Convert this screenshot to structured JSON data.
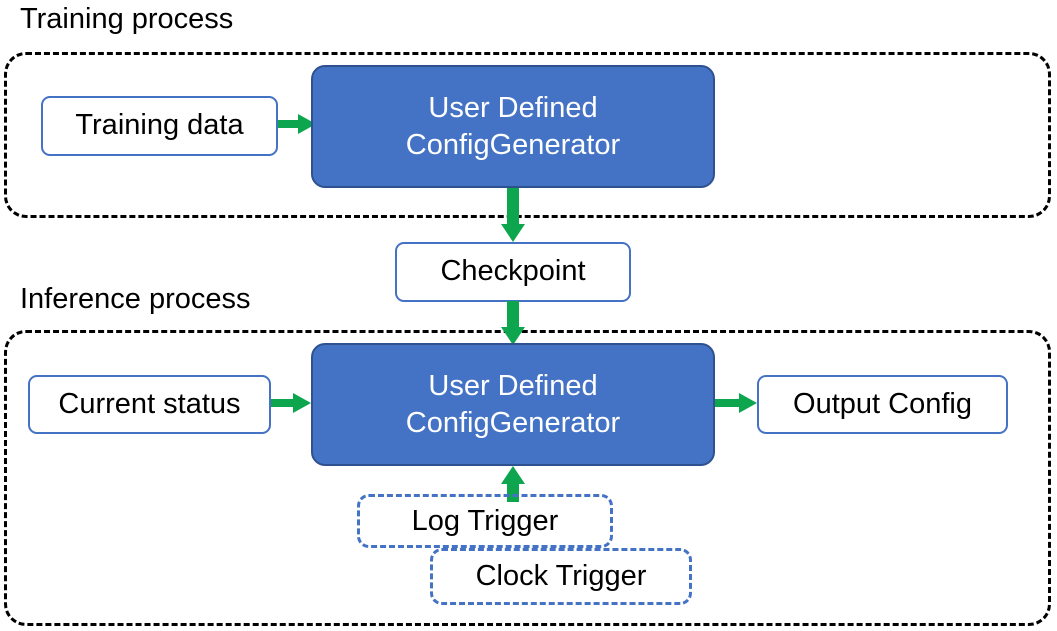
{
  "diagram": {
    "title_training": "Training process",
    "title_inference": "Inference process"
  },
  "nodes": {
    "training_data": "Training data",
    "generator_training_line1": "User Defined",
    "generator_training_line2": "ConfigGenerator",
    "checkpoint": "Checkpoint",
    "current_status": "Current status",
    "generator_inference_line1": "User Defined",
    "generator_inference_line2": "ConfigGenerator",
    "output_config": "Output Config",
    "log_trigger": "Log Trigger",
    "clock_trigger": "Clock Trigger"
  },
  "edges": [
    {
      "name": "training-data-to-generator",
      "from": "Training data",
      "to": "User Defined ConfigGenerator",
      "direction": "right"
    },
    {
      "name": "generator-to-checkpoint",
      "from": "User Defined ConfigGenerator",
      "to": "Checkpoint",
      "direction": "down"
    },
    {
      "name": "checkpoint-to-generator",
      "from": "Checkpoint",
      "to": "User Defined ConfigGenerator",
      "direction": "down"
    },
    {
      "name": "status-to-generator",
      "from": "Current status",
      "to": "User Defined ConfigGenerator",
      "direction": "right"
    },
    {
      "name": "generator-to-output",
      "from": "User Defined ConfigGenerator",
      "to": "Output Config",
      "direction": "right"
    },
    {
      "name": "triggers-to-generator",
      "from": "Log Trigger / Clock Trigger",
      "to": "User Defined ConfigGenerator",
      "direction": "up"
    }
  ],
  "colors": {
    "process_fill": "#4472C4",
    "process_border": "#2E528F",
    "node_border": "#4472C4",
    "arrow": "#0DA64F",
    "group_border": "#000000",
    "text_dark": "#000000",
    "text_light": "#FFFFFF"
  }
}
